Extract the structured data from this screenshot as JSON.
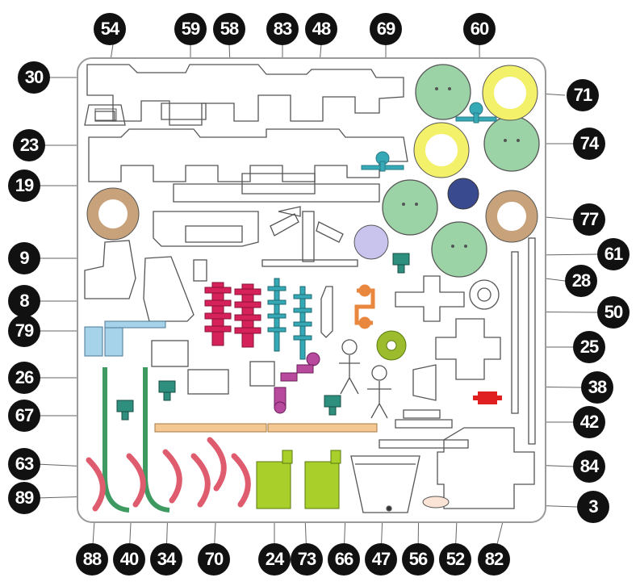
{
  "diagram": {
    "callout_numbers": [
      "54",
      "59",
      "58",
      "83",
      "48",
      "69",
      "60",
      "30",
      "71",
      "23",
      "74",
      "19",
      "77",
      "9",
      "61",
      "28",
      "8",
      "50",
      "79",
      "25",
      "26",
      "38",
      "67",
      "42",
      "63",
      "84",
      "89",
      "3",
      "88",
      "40",
      "34",
      "70",
      "24",
      "73",
      "66",
      "47",
      "56",
      "52",
      "82"
    ],
    "colors": {
      "outline": "#555555",
      "sheet_border": "#9a9a9a",
      "green_face": "#9bd3a6",
      "yellow_ring": "#f3f06a",
      "brown_ring": "#c8a27a",
      "navy_ball": "#3a4a8e",
      "lavender": "#c8c4ee",
      "teal": "#2f8f7f",
      "cyan": "#35a9b5",
      "red_pink": "#d5225a",
      "coral_arc": "#df5c6e",
      "green_arc": "#3f9a62",
      "orange": "#e8873d",
      "olive": "#9cbc2e",
      "magenta": "#b84a9e",
      "light_blue": "#a7d3ea",
      "peach": "#f4c893",
      "lime": "#a8cf2a",
      "red_clip": "#e02020",
      "callout_bg": "#111111",
      "callout_fg": "#ffffff"
    }
  }
}
